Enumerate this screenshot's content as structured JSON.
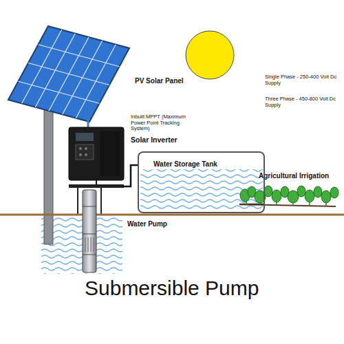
{
  "diagram": {
    "caption": "Submersible Pump",
    "nodes": [
      {
        "text": [
          "Water Storage Tank"
        ]
      }
    ],
    "labels": [
      "PV Solar Panel",
      "Inbuilt MPPT (Maximum Power Point Tracking System)",
      "Solar Inverter",
      "Single Phase - 250-400 Volt Dc Supply",
      "Three Phase - 450-800 Volt Dc Supply",
      "Agricultural Irrigation",
      "Water Pump"
    ]
  }
}
